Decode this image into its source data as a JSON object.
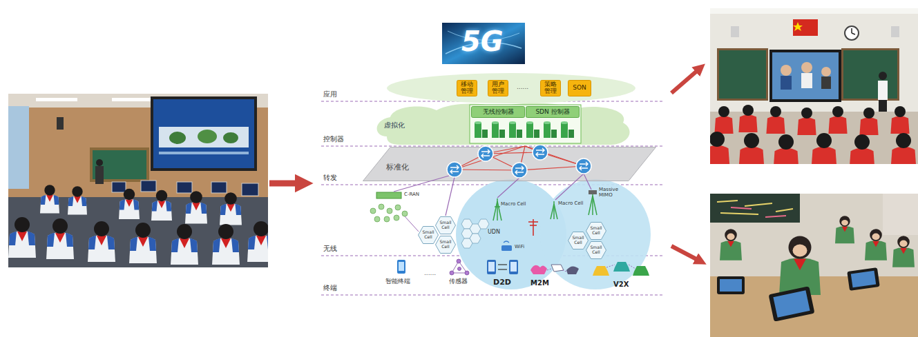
{
  "diagram": {
    "nodes": [
      {
        "text": [
          "移动管理"
        ]
      },
      {
        "text": [
          "用户管理"
        ]
      },
      {
        "text": [
          "策略管理"
        ]
      },
      {
        "text": [
          "SON"
        ]
      },
      {
        "text": [
          "虚拟化"
        ]
      },
      {
        "text": [
          "无线控制器"
        ],
        "in": 4
      },
      {
        "text": [
          "SDN 控制器"
        ],
        "in": 4
      },
      {
        "text": [
          "标准化"
        ]
      },
      {
        "text": [
          "Small Cell"
        ]
      },
      {
        "text": [
          "Small Cell"
        ]
      },
      {
        "text": [
          "Small Cell"
        ]
      },
      {
        "text": [
          "Small Cell"
        ]
      },
      {
        "text": [
          "Small Cell"
        ]
      },
      {
        "text": [
          "Small Cell"
        ]
      }
    ],
    "labels": [
      "5G",
      "应用",
      "控制器",
      "转发",
      "无线",
      "终端",
      "......",
      "C-RAN",
      "Macro Cell",
      "UDN",
      "WiFi",
      "Macro Cell",
      "Massive MIMO",
      "智能终端",
      "......",
      "传感器",
      "D2D",
      "M2M",
      "V2X"
    ]
  }
}
